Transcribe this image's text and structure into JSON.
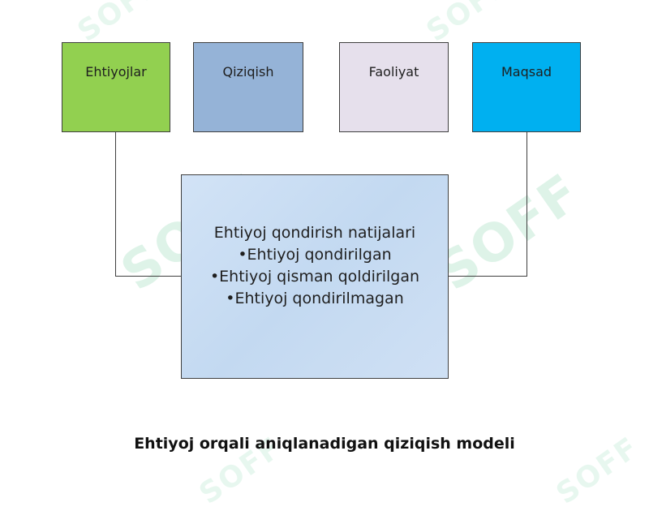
{
  "boxes": [
    {
      "label": "Ehtiyojlar",
      "color": "#92d050"
    },
    {
      "label": "Qiziqish",
      "color": "#95b3d7"
    },
    {
      "label": "Faoliyat",
      "color": "#e6e0ec"
    },
    {
      "label": "Maqsad",
      "color": "#00b0f0"
    }
  ],
  "center": {
    "lines": [
      "Ehtiyoj qondirish natijalari",
      "•Ehtiyoj qondirilgan",
      "•Ehtiyoj qisman qoldirilgan",
      "•Ehtiyoj qondirilmagan"
    ]
  },
  "caption": "Ehtiyoj orqali aniqlanadigan qiziqish modeli",
  "watermark": "SOFF"
}
